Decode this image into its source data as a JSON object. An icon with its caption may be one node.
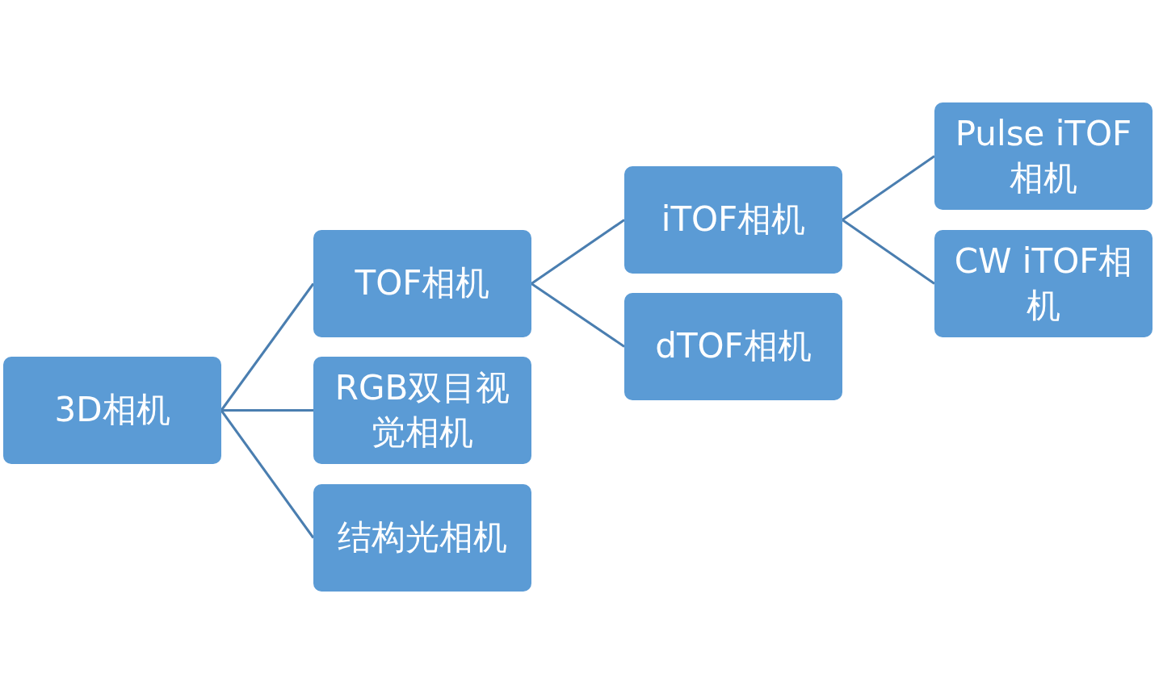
{
  "diagram": {
    "nodes": [
      {
        "text": [
          "3D相机"
        ]
      },
      {
        "text": [
          "TOF相机"
        ]
      },
      {
        "text": [
          "RGB双目视觉相机"
        ]
      },
      {
        "text": [
          "结构光相机"
        ]
      },
      {
        "text": [
          "iTOF相机"
        ]
      },
      {
        "text": [
          "dTOF相机"
        ]
      },
      {
        "text": [
          "Pulse iTOF相机"
        ]
      },
      {
        "text": [
          "CW iTOF相机"
        ]
      }
    ],
    "edges": [
      {
        "from": 0,
        "to": 1,
        "arrow": "none"
      },
      {
        "from": 0,
        "to": 2,
        "arrow": "none"
      },
      {
        "from": 0,
        "to": 3,
        "arrow": "none"
      },
      {
        "from": 1,
        "to": 4,
        "arrow": "none"
      },
      {
        "from": 1,
        "to": 5,
        "arrow": "none"
      },
      {
        "from": 4,
        "to": 6,
        "arrow": "none"
      },
      {
        "from": 4,
        "to": 7,
        "arrow": "none"
      }
    ]
  }
}
